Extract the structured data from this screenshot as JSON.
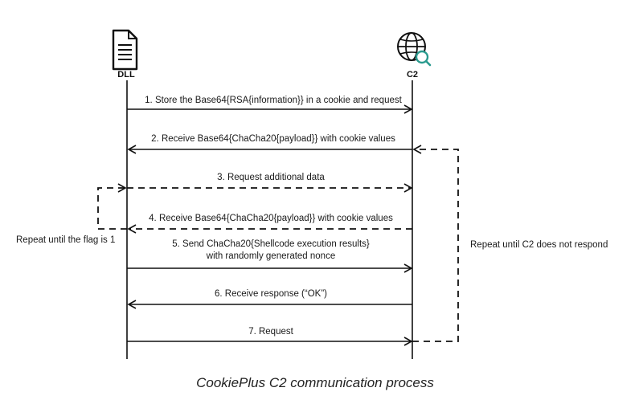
{
  "actors": {
    "dll": "DLL",
    "c2": "C2"
  },
  "messages": [
    "1. Store the Base64{RSA{information}} in a cookie and request",
    "2. Receive Base64{ChaCha20{payload}} with cookie values",
    "3. Request additional data",
    "4. Receive Base64{ChaCha20{payload}} with cookie values",
    "5. Send ChaCha20{Shellcode execution results}",
    "with randomly generated nonce",
    "6. Receive response (“OK”)",
    "7. Request"
  ],
  "loops": {
    "left": "Repeat until the flag is 1",
    "right": "Repeat until C2 does not respond"
  },
  "caption": "CookiePlus C2 communication process"
}
